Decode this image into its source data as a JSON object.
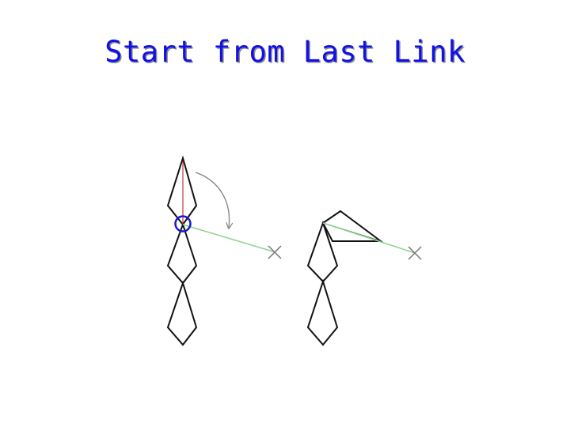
{
  "slide": {
    "title": "Start from Last Link"
  },
  "colors": {
    "title": "#1010e8",
    "link_stroke": "#111111",
    "target_line": "#8fd18f",
    "target_marker": "#777777",
    "joint_highlight": "#1a1acc",
    "link_axis": "#c23a3a",
    "rotation_arrow": "#888888"
  },
  "icons": {
    "target": "cross-marker",
    "joint": "circle-highlight",
    "rotation": "curved-arrow"
  }
}
